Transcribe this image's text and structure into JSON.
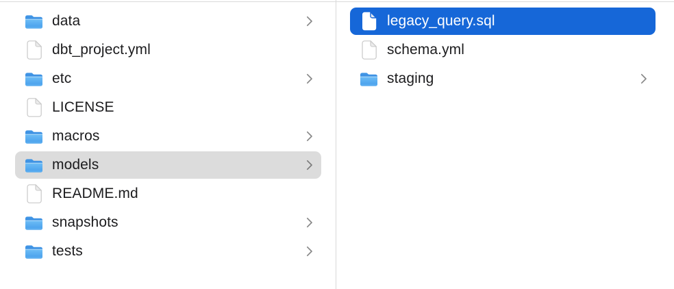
{
  "window": {
    "app": "Finder",
    "view": "column-view"
  },
  "colors": {
    "selection_blue": "#1667d8",
    "selection_gray": "#dcdcdc",
    "divider": "#d8d8d8",
    "text": "#1c1c1e",
    "selected_text": "#ffffff",
    "chevron": "#878787",
    "folder_blue_top": "#3a8ee3",
    "folder_blue_body": "#62b3f2"
  },
  "panes": {
    "left": {
      "items": [
        {
          "label": "data",
          "type": "folder",
          "chevron": true,
          "selected": "none"
        },
        {
          "label": "dbt_project.yml",
          "type": "file",
          "chevron": false,
          "selected": "none"
        },
        {
          "label": "etc",
          "type": "folder",
          "chevron": true,
          "selected": "none"
        },
        {
          "label": "LICENSE",
          "type": "file",
          "chevron": false,
          "selected": "none"
        },
        {
          "label": "macros",
          "type": "folder",
          "chevron": true,
          "selected": "none"
        },
        {
          "label": "models",
          "type": "folder",
          "chevron": true,
          "selected": "gray"
        },
        {
          "label": "README.md",
          "type": "file",
          "chevron": false,
          "selected": "none"
        },
        {
          "label": "snapshots",
          "type": "folder",
          "chevron": true,
          "selected": "none"
        },
        {
          "label": "tests",
          "type": "folder",
          "chevron": true,
          "selected": "none"
        }
      ]
    },
    "right": {
      "items": [
        {
          "label": "legacy_query.sql",
          "type": "file",
          "chevron": false,
          "selected": "blue"
        },
        {
          "label": "schema.yml",
          "type": "file",
          "chevron": false,
          "selected": "none"
        },
        {
          "label": "staging",
          "type": "folder",
          "chevron": true,
          "selected": "none"
        }
      ]
    }
  }
}
